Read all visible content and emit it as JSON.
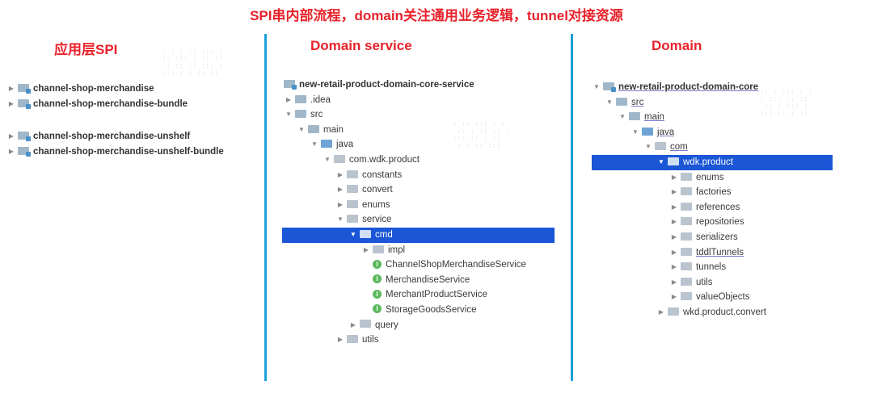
{
  "title": "SPI串内部流程，domain关注通用业务逻辑，tunnel对接资源",
  "columns": {
    "spi": {
      "title": "应用层SPI"
    },
    "service": {
      "title": "Domain service"
    },
    "domain": {
      "title": "Domain"
    }
  },
  "colors": {
    "accent_red": "#e8222a",
    "divider_blue": "#1aa0d8",
    "selection_blue": "#1a56d6",
    "interface_green": "#5cb85c"
  },
  "spi_tree": [
    {
      "label": "channel-shop-merchandise",
      "icon": "module-folder-icon"
    },
    {
      "label": "channel-shop-merchandise-bundle",
      "icon": "module-folder-icon"
    },
    {
      "label": "channel-shop-merchandise-unshelf",
      "icon": "module-folder-icon"
    },
    {
      "label": "channel-shop-merchandise-unshelf-bundle",
      "icon": "module-folder-icon"
    }
  ],
  "service_tree": [
    {
      "label": "new-retail-product-domain-core-service",
      "icon": "module-folder-icon"
    },
    {
      "label": ".idea",
      "icon": "folder-icon"
    },
    {
      "label": "src",
      "icon": "folder-icon"
    },
    {
      "label": "main",
      "icon": "folder-icon"
    },
    {
      "label": "java",
      "icon": "folder-icon"
    },
    {
      "label": "com.wdk.product",
      "icon": "package-icon"
    },
    {
      "label": "constants",
      "icon": "package-icon"
    },
    {
      "label": "convert",
      "icon": "package-icon"
    },
    {
      "label": "enums",
      "icon": "package-icon"
    },
    {
      "label": "service",
      "icon": "package-icon"
    },
    {
      "label": "cmd",
      "icon": "package-icon"
    },
    {
      "label": "impl",
      "icon": "package-icon"
    },
    {
      "label": "ChannelShopMerchandiseService",
      "icon": "interface-icon"
    },
    {
      "label": "MerchandiseService",
      "icon": "interface-icon"
    },
    {
      "label": "MerchantProductService",
      "icon": "interface-icon"
    },
    {
      "label": "StorageGoodsService",
      "icon": "interface-icon"
    },
    {
      "label": "query",
      "icon": "package-icon"
    },
    {
      "label": "utils",
      "icon": "package-icon"
    }
  ],
  "domain_tree": [
    {
      "label": "new-retail-product-domain-core",
      "icon": "module-folder-icon"
    },
    {
      "label": "src",
      "icon": "folder-icon"
    },
    {
      "label": "main",
      "icon": "folder-icon"
    },
    {
      "label": "java",
      "icon": "folder-icon"
    },
    {
      "label": "com",
      "icon": "package-icon"
    },
    {
      "label": "wdk.product",
      "icon": "package-icon"
    },
    {
      "label": "enums",
      "icon": "package-icon"
    },
    {
      "label": "factories",
      "icon": "package-icon"
    },
    {
      "label": "references",
      "icon": "package-icon"
    },
    {
      "label": "repositories",
      "icon": "package-icon"
    },
    {
      "label": "serializers",
      "icon": "package-icon"
    },
    {
      "label": "tddlTunnels",
      "icon": "package-icon"
    },
    {
      "label": "tunnels",
      "icon": "package-icon"
    },
    {
      "label": "utils",
      "icon": "package-icon"
    },
    {
      "label": "valueObjects",
      "icon": "package-icon"
    },
    {
      "label": "wkd.product.convert",
      "icon": "package-icon"
    }
  ]
}
